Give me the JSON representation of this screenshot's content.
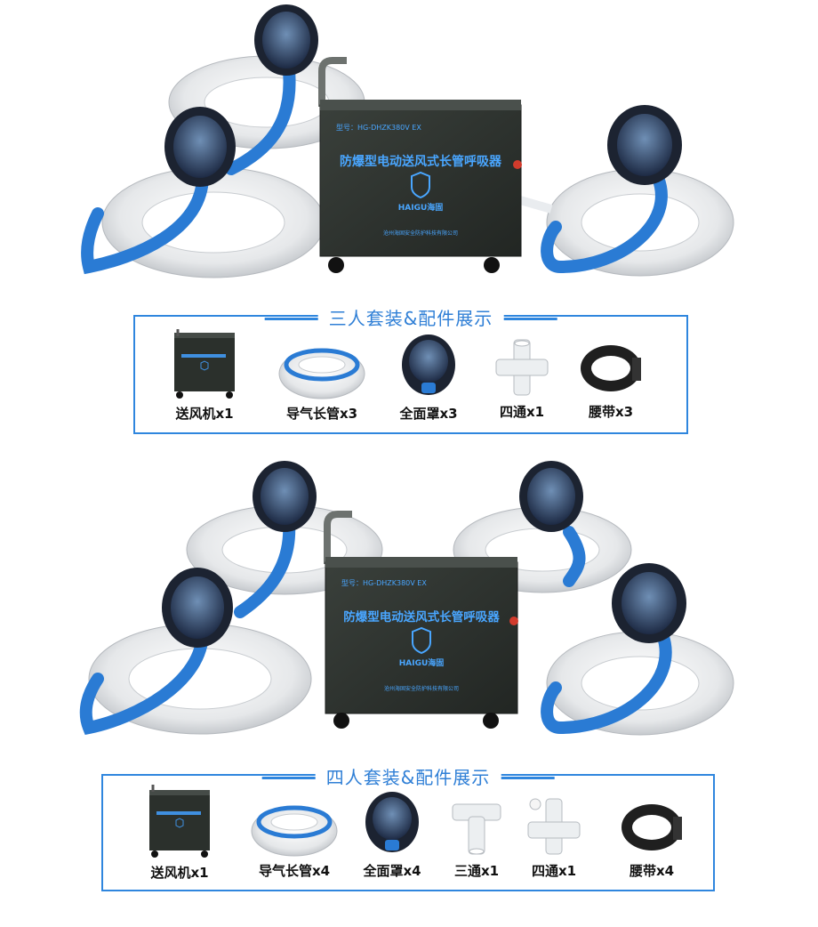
{
  "device": {
    "model_label": "型号：HG-DHZK380V EX",
    "title": "防爆型电动送风式长管呼吸器",
    "brand": "HAIGU海固",
    "company": "沧州海固安全防护科技有限公司"
  },
  "section1": {
    "title": "三人套装&配件展示",
    "items": [
      {
        "label": "送风机x1",
        "icon": "blower-icon"
      },
      {
        "label": "导气长管x3",
        "icon": "hose-coil-icon"
      },
      {
        "label": "全面罩x3",
        "icon": "full-mask-icon"
      },
      {
        "label": "四通x1",
        "icon": "four-way-connector-icon"
      },
      {
        "label": "腰带x3",
        "icon": "belt-icon"
      }
    ]
  },
  "section2": {
    "title": "四人套装&配件展示",
    "items": [
      {
        "label": "送风机x1",
        "icon": "blower-icon"
      },
      {
        "label": "导气长管x4",
        "icon": "hose-coil-icon"
      },
      {
        "label": "全面罩x4",
        "icon": "full-mask-icon"
      },
      {
        "label": "三通x1",
        "icon": "tee-connector-icon"
      },
      {
        "label": "四通x1",
        "icon": "four-way-connector-icon"
      },
      {
        "label": "腰带x4",
        "icon": "belt-icon"
      }
    ]
  },
  "colors": {
    "accent": "#2f86de",
    "hose_blue": "#2a7bd4",
    "device_body": "#2f3430",
    "device_text": "#49a6ff"
  }
}
